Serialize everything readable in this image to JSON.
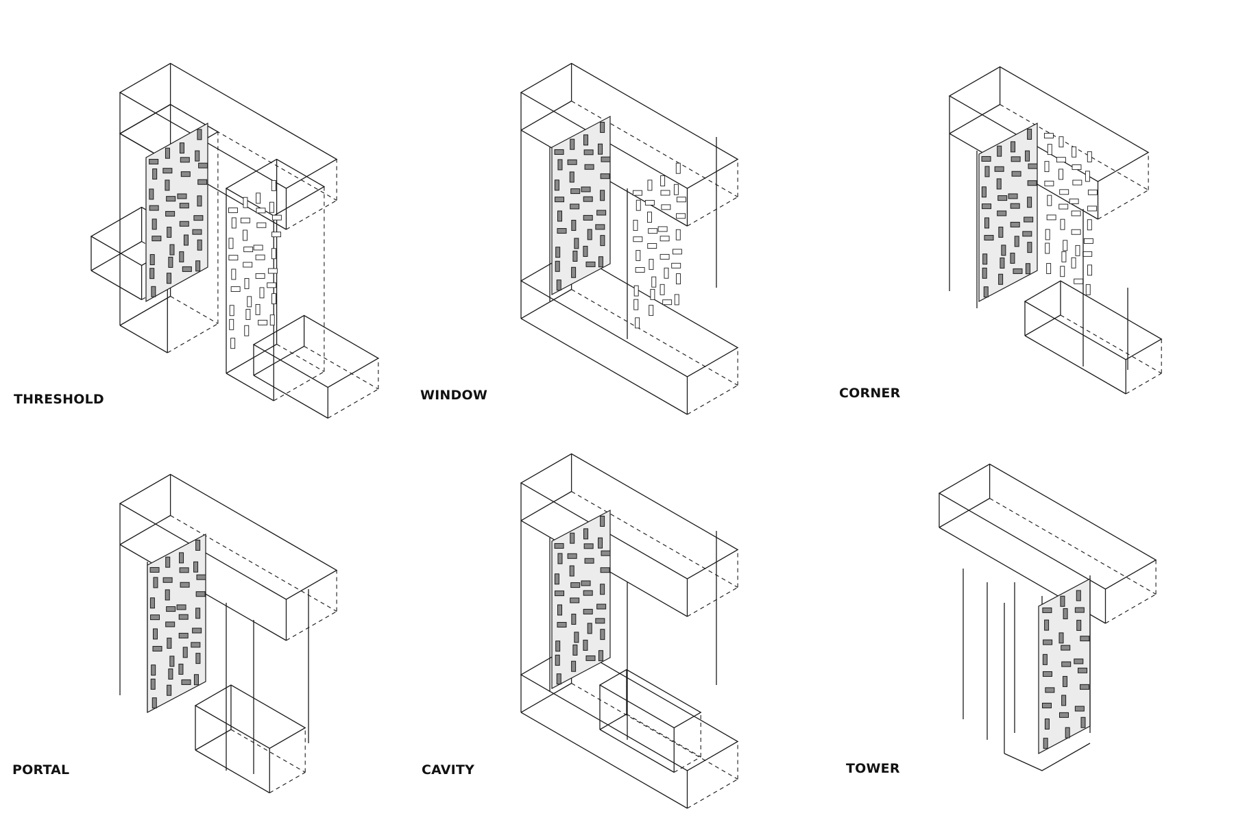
{
  "diagram": {
    "panels": [
      {
        "id": "threshold",
        "label": "THRESHOLD"
      },
      {
        "id": "window",
        "label": "WINDOW"
      },
      {
        "id": "corner",
        "label": "CORNER"
      },
      {
        "id": "portal",
        "label": "PORTAL"
      },
      {
        "id": "cavity",
        "label": "CAVITY"
      },
      {
        "id": "tower",
        "label": "TOWER"
      }
    ],
    "colors": {
      "line": "#1a1a1a",
      "facade_fill": "#ececec",
      "solid_window": "#8a8a8a",
      "background": "#ffffff"
    }
  }
}
